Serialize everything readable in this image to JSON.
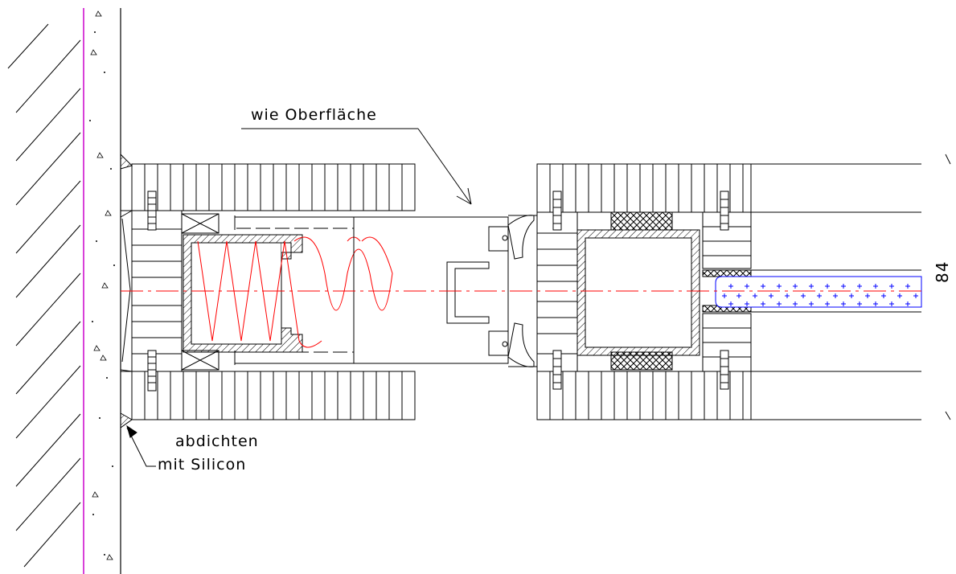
{
  "annotations": {
    "surface_note": "wie Oberfläche",
    "seal_note_line1": "abdichten",
    "seal_note_line2": "mit Silicon",
    "dimension": "84"
  },
  "colors": {
    "line": "#000000",
    "insulation": "#ff0000",
    "centerline": "#ff0000",
    "membrane": "#cc00cc",
    "glazing_fill": "#0000ff"
  }
}
